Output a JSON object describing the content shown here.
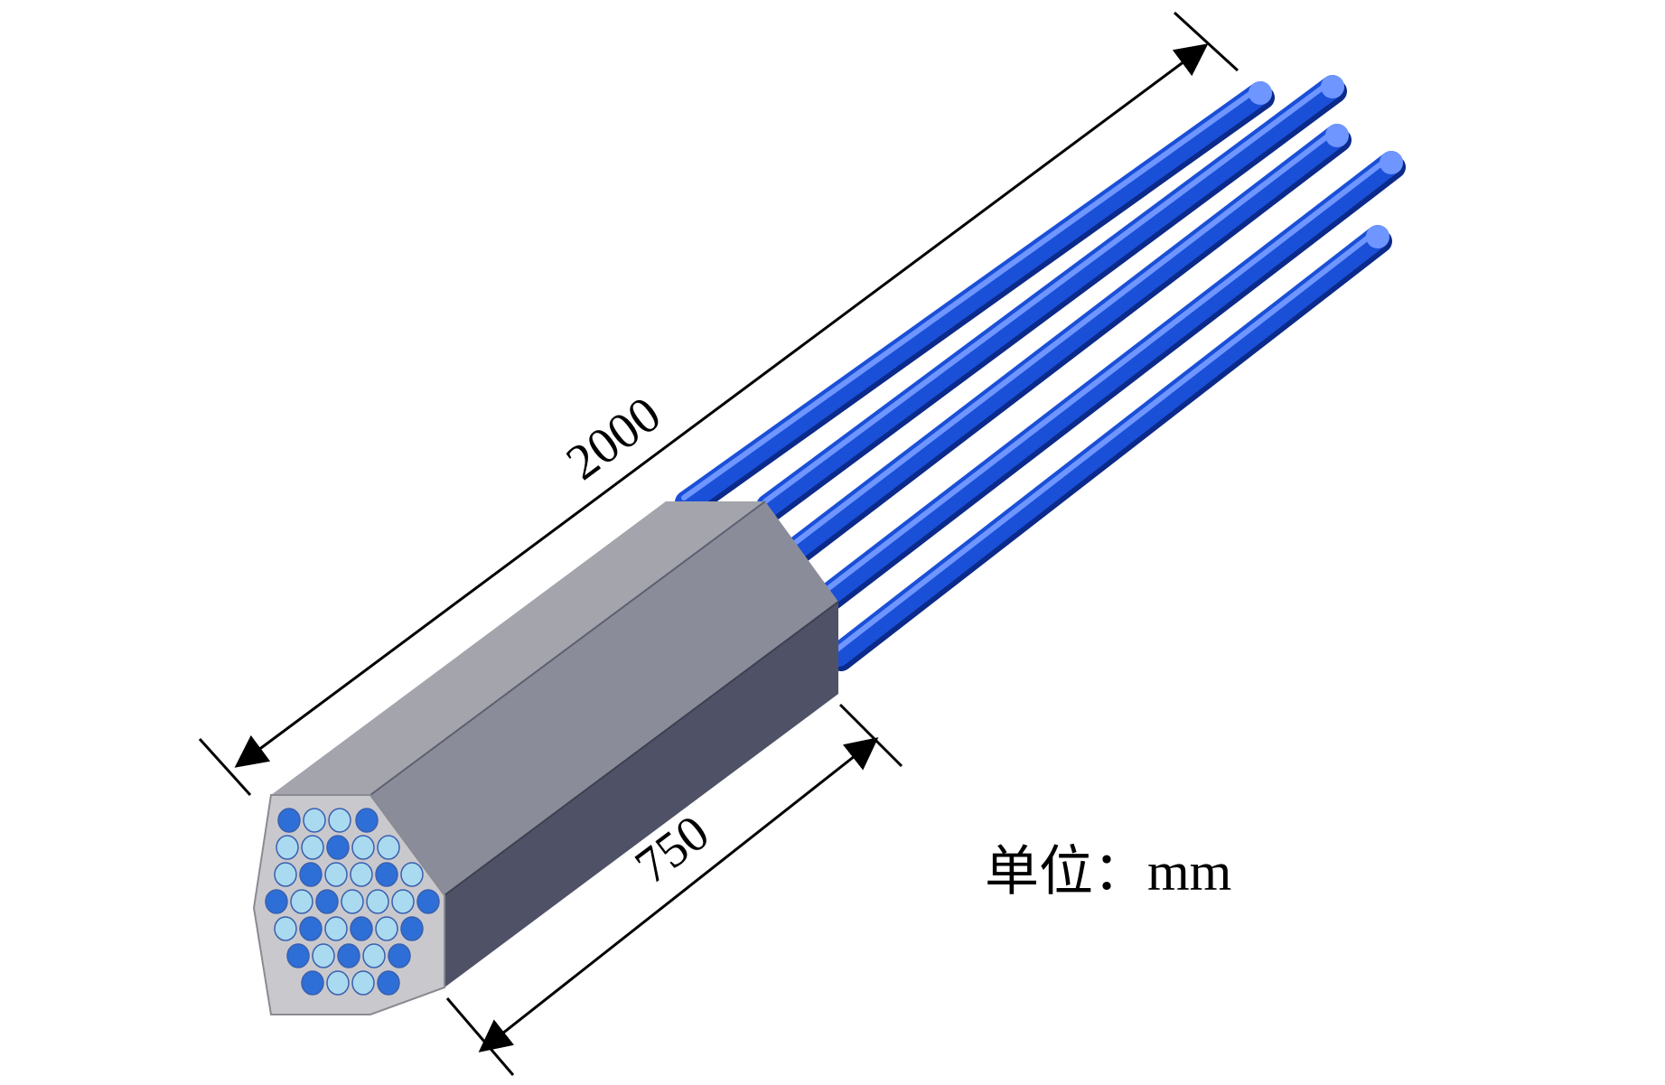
{
  "dimensions": {
    "total_length": "2000",
    "section_length": "750"
  },
  "unit_label": "单位：mm",
  "colors": {
    "rod_blue": "#1a4fd8",
    "rod_highlight": "#6f96ff",
    "rod_shadow": "#0b2a8a",
    "housing_top": "#a3a4ac",
    "housing_side": "#858898",
    "housing_dark": "#4f5266",
    "end_face": "#c9c9cd",
    "hole_dark": "#2d6fd6",
    "hole_light": "#a9daf0"
  },
  "icons": {
    "rods": "blue-rod-bundle-icon",
    "housing": "hexagonal-housing-icon"
  }
}
